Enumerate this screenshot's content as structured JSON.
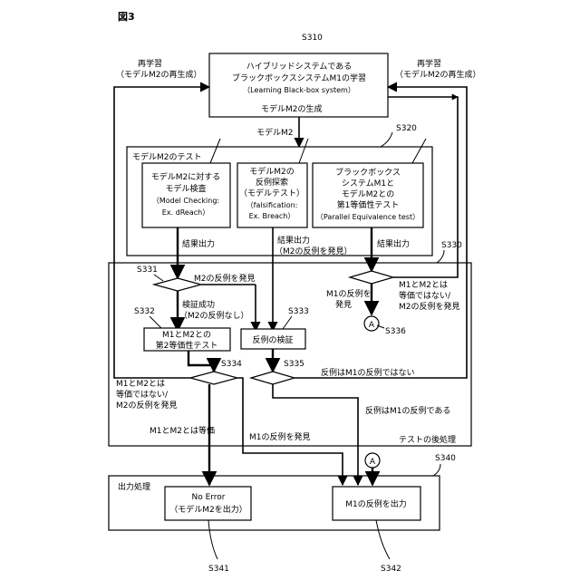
{
  "figure_label": "図3",
  "steps": {
    "s310": {
      "id": "S310",
      "lines": [
        "ハイブリッドシステムである",
        "ブラックボックスシステムM1の学習",
        "（Learning Black-box system）"
      ]
    },
    "s320": {
      "id": "S320",
      "title": "モデルM2のテスト",
      "s321": {
        "id": "S321",
        "lines": [
          "モデルM2に対する",
          "モデル検査",
          "（Model Checking:",
          "Ex. dReach）"
        ]
      },
      "s322": {
        "id": "S322",
        "lines": [
          "モデルM2の",
          "反例探索",
          "（モデルテスト）",
          "（falsification:",
          "Ex. Breach）"
        ]
      },
      "s323": {
        "id": "S323",
        "lines": [
          "ブラックボックス",
          "システムM1と",
          "モデルM2との",
          "第1等価性テスト",
          "（Parallel Equivalence test）"
        ]
      }
    },
    "s330": {
      "id": "S330",
      "title": "テストの後処理"
    },
    "s331": "S331",
    "s332": {
      "id": "S332",
      "lines": [
        "M1とM2との",
        "第2等価性テスト"
      ]
    },
    "s333": {
      "id": "S333",
      "label": "反例の検証"
    },
    "s334": "S334",
    "s335": "S335",
    "s336": "S336",
    "s340": {
      "id": "S340",
      "title": "出力処理"
    },
    "s341": {
      "id": "S341",
      "lines": [
        "No Error",
        "（モデルM2を出力）"
      ]
    },
    "s342": {
      "id": "S342",
      "label": "M1の反例を出力"
    }
  },
  "labels": {
    "relearn_left": [
      "再学習",
      "（モデルM2の再生成）"
    ],
    "relearn_right": [
      "再学習",
      "（モデルM2の再生成）"
    ],
    "gen_m2": "モデルM2の生成",
    "model_m2": "モデルM2",
    "result_out_1": "結果出力",
    "result_out_2": [
      "結果出力",
      "（M2の反例を発見）"
    ],
    "result_out_3": "結果出力",
    "found_m2_cex": "M2の反例を発見",
    "verify_ok": [
      "検証成功",
      "（M2の反例なし）"
    ],
    "m1_cex_found_right": [
      "M1の反例を",
      "発見"
    ],
    "not_equiv_right": [
      "M1とM2とは",
      "等価ではない/",
      "M2の反例を発見"
    ],
    "not_equiv_left": [
      "M1とM2とは",
      "等価ではない/",
      "M2の反例を発見"
    ],
    "cex_not_m1": "反例はM1の反例ではない",
    "cex_is_m1": "反例はM1の反例である",
    "equiv": "M1とM2とは等価",
    "m1_cex_found": "M1の反例を発見",
    "connector": "A"
  }
}
